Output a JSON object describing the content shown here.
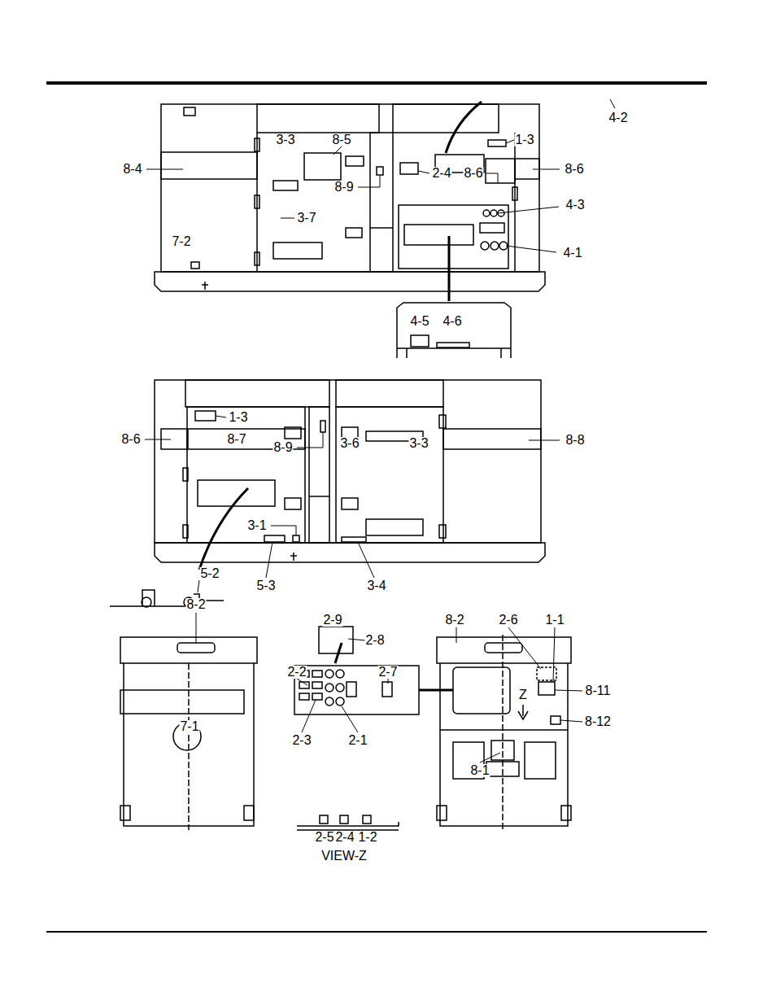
{
  "diagram": {
    "labels": [
      "4-2",
      "3-3",
      "8-5",
      "1-3",
      "8-4",
      "8-6",
      "8-9",
      "2-4",
      "8-6",
      "4-3",
      "3-7",
      "4-1",
      "7-2",
      "4-5",
      "4-6",
      "1-3",
      "8-6",
      "8-7",
      "8-9",
      "3-6",
      "3-3",
      "8-8",
      "3-1",
      "5-2",
      "5-3",
      "3-4",
      "8-2",
      "2-9",
      "8-2",
      "2-6",
      "1-1",
      "2-8",
      "2-2",
      "2-7",
      "8-11",
      "Z",
      "8-12",
      "7-1",
      "2-3",
      "2-1",
      "8-1",
      "2-5",
      "2-4",
      "1-2",
      "VIEW-Z"
    ]
  }
}
